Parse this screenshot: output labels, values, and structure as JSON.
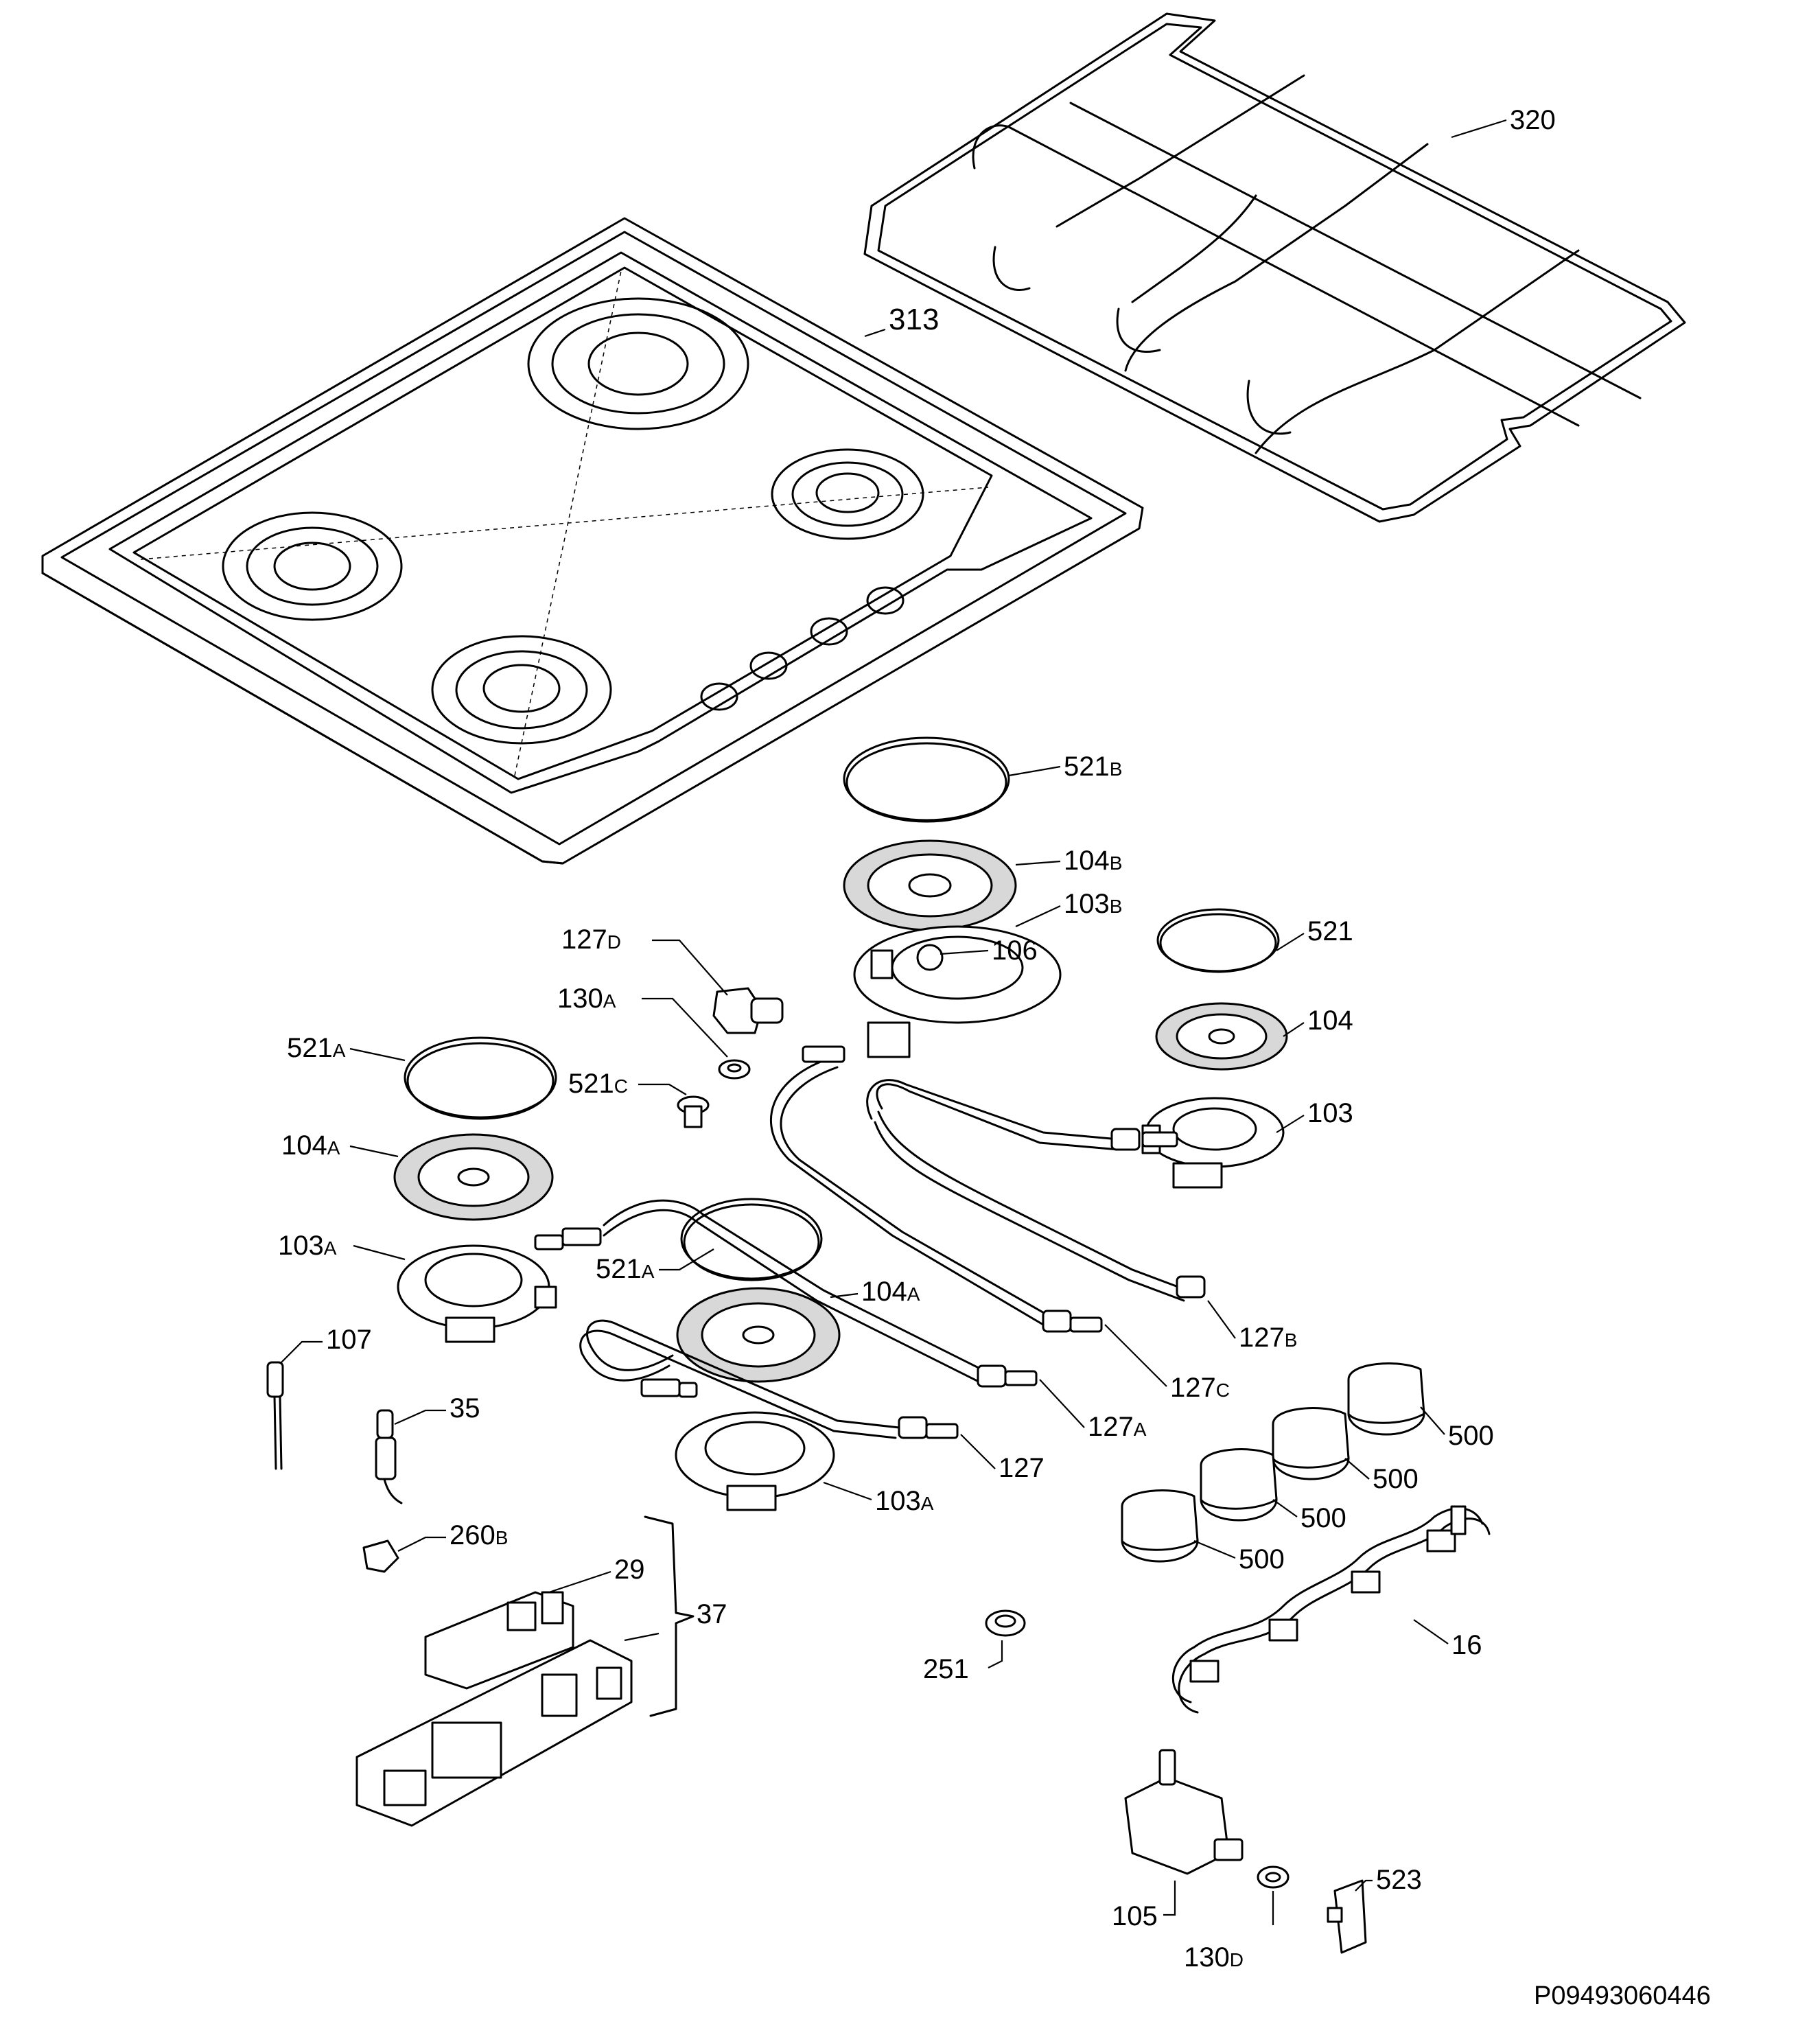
{
  "diagram": {
    "doc_id": "P09493060446",
    "parts": [
      {
        "key": "p320",
        "num": "320",
        "suffix": ""
      },
      {
        "key": "p313",
        "num": "313",
        "suffix": ""
      },
      {
        "key": "p521b",
        "num": "521",
        "suffix": "B"
      },
      {
        "key": "p104b",
        "num": "104",
        "suffix": "B"
      },
      {
        "key": "p103b",
        "num": "103",
        "suffix": "B"
      },
      {
        "key": "p106",
        "num": "106",
        "suffix": ""
      },
      {
        "key": "p127d",
        "num": "127",
        "suffix": "D"
      },
      {
        "key": "p130a",
        "num": "130",
        "suffix": "A"
      },
      {
        "key": "p521",
        "num": "521",
        "suffix": ""
      },
      {
        "key": "p104",
        "num": "104",
        "suffix": ""
      },
      {
        "key": "p103",
        "num": "103",
        "suffix": ""
      },
      {
        "key": "p521a_1",
        "num": "521",
        "suffix": "A"
      },
      {
        "key": "p521c",
        "num": "521",
        "suffix": "C"
      },
      {
        "key": "p104a_1",
        "num": "104",
        "suffix": "A"
      },
      {
        "key": "p103a_1",
        "num": "103",
        "suffix": "A"
      },
      {
        "key": "p521a_2",
        "num": "521",
        "suffix": "A"
      },
      {
        "key": "p104a_2",
        "num": "104",
        "suffix": "A"
      },
      {
        "key": "p127b",
        "num": "127",
        "suffix": "B"
      },
      {
        "key": "p127c",
        "num": "127",
        "suffix": "C"
      },
      {
        "key": "p127a",
        "num": "127",
        "suffix": "A"
      },
      {
        "key": "p127",
        "num": "127",
        "suffix": ""
      },
      {
        "key": "p103a_2",
        "num": "103",
        "suffix": "A"
      },
      {
        "key": "p107",
        "num": "107",
        "suffix": ""
      },
      {
        "key": "p35",
        "num": "35",
        "suffix": ""
      },
      {
        "key": "p260b",
        "num": "260",
        "suffix": "B"
      },
      {
        "key": "p29",
        "num": "29",
        "suffix": ""
      },
      {
        "key": "p37",
        "num": "37",
        "suffix": ""
      },
      {
        "key": "p500_1",
        "num": "500",
        "suffix": ""
      },
      {
        "key": "p500_2",
        "num": "500",
        "suffix": ""
      },
      {
        "key": "p500_3",
        "num": "500",
        "suffix": ""
      },
      {
        "key": "p500_4",
        "num": "500",
        "suffix": ""
      },
      {
        "key": "p16",
        "num": "16",
        "suffix": ""
      },
      {
        "key": "p251",
        "num": "251",
        "suffix": ""
      },
      {
        "key": "p105",
        "num": "105",
        "suffix": ""
      },
      {
        "key": "p130d",
        "num": "130",
        "suffix": "D"
      },
      {
        "key": "p523",
        "num": "523",
        "suffix": ""
      }
    ]
  }
}
